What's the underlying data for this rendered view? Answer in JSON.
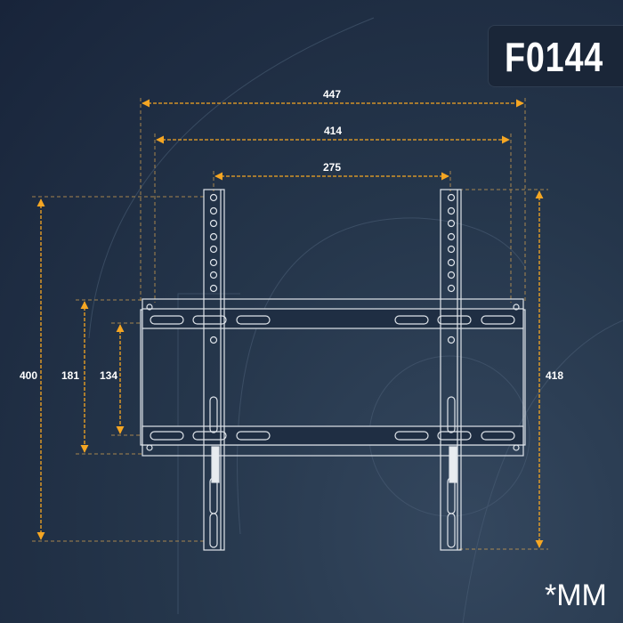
{
  "model": "F0144",
  "unit": "*MM",
  "dimensions": {
    "overall_width": "447",
    "frame_width": "414",
    "upright_spacing": "275",
    "upright_height": "400",
    "frame_height": "181",
    "hole_spacing": "134",
    "total_height": "418"
  },
  "colors": {
    "accent": "#f0a030",
    "line": "#d8dde4",
    "background": "#1f2e43"
  }
}
